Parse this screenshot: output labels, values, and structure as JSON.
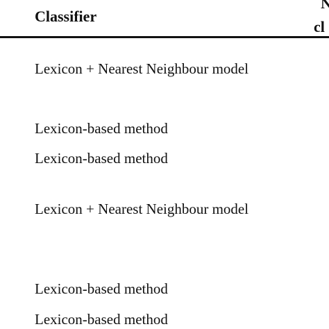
{
  "table": {
    "headers": {
      "classifier": "Classifier",
      "next_col_line1": "N",
      "next_col_line2": "cl"
    },
    "rows": [
      "Lexicon + Nearest Neighbour model",
      "Lexicon-based method",
      "Lexicon-based method",
      "Lexicon + Nearest Neighbour model",
      "Lexicon-based method",
      "Lexicon-based method"
    ]
  }
}
